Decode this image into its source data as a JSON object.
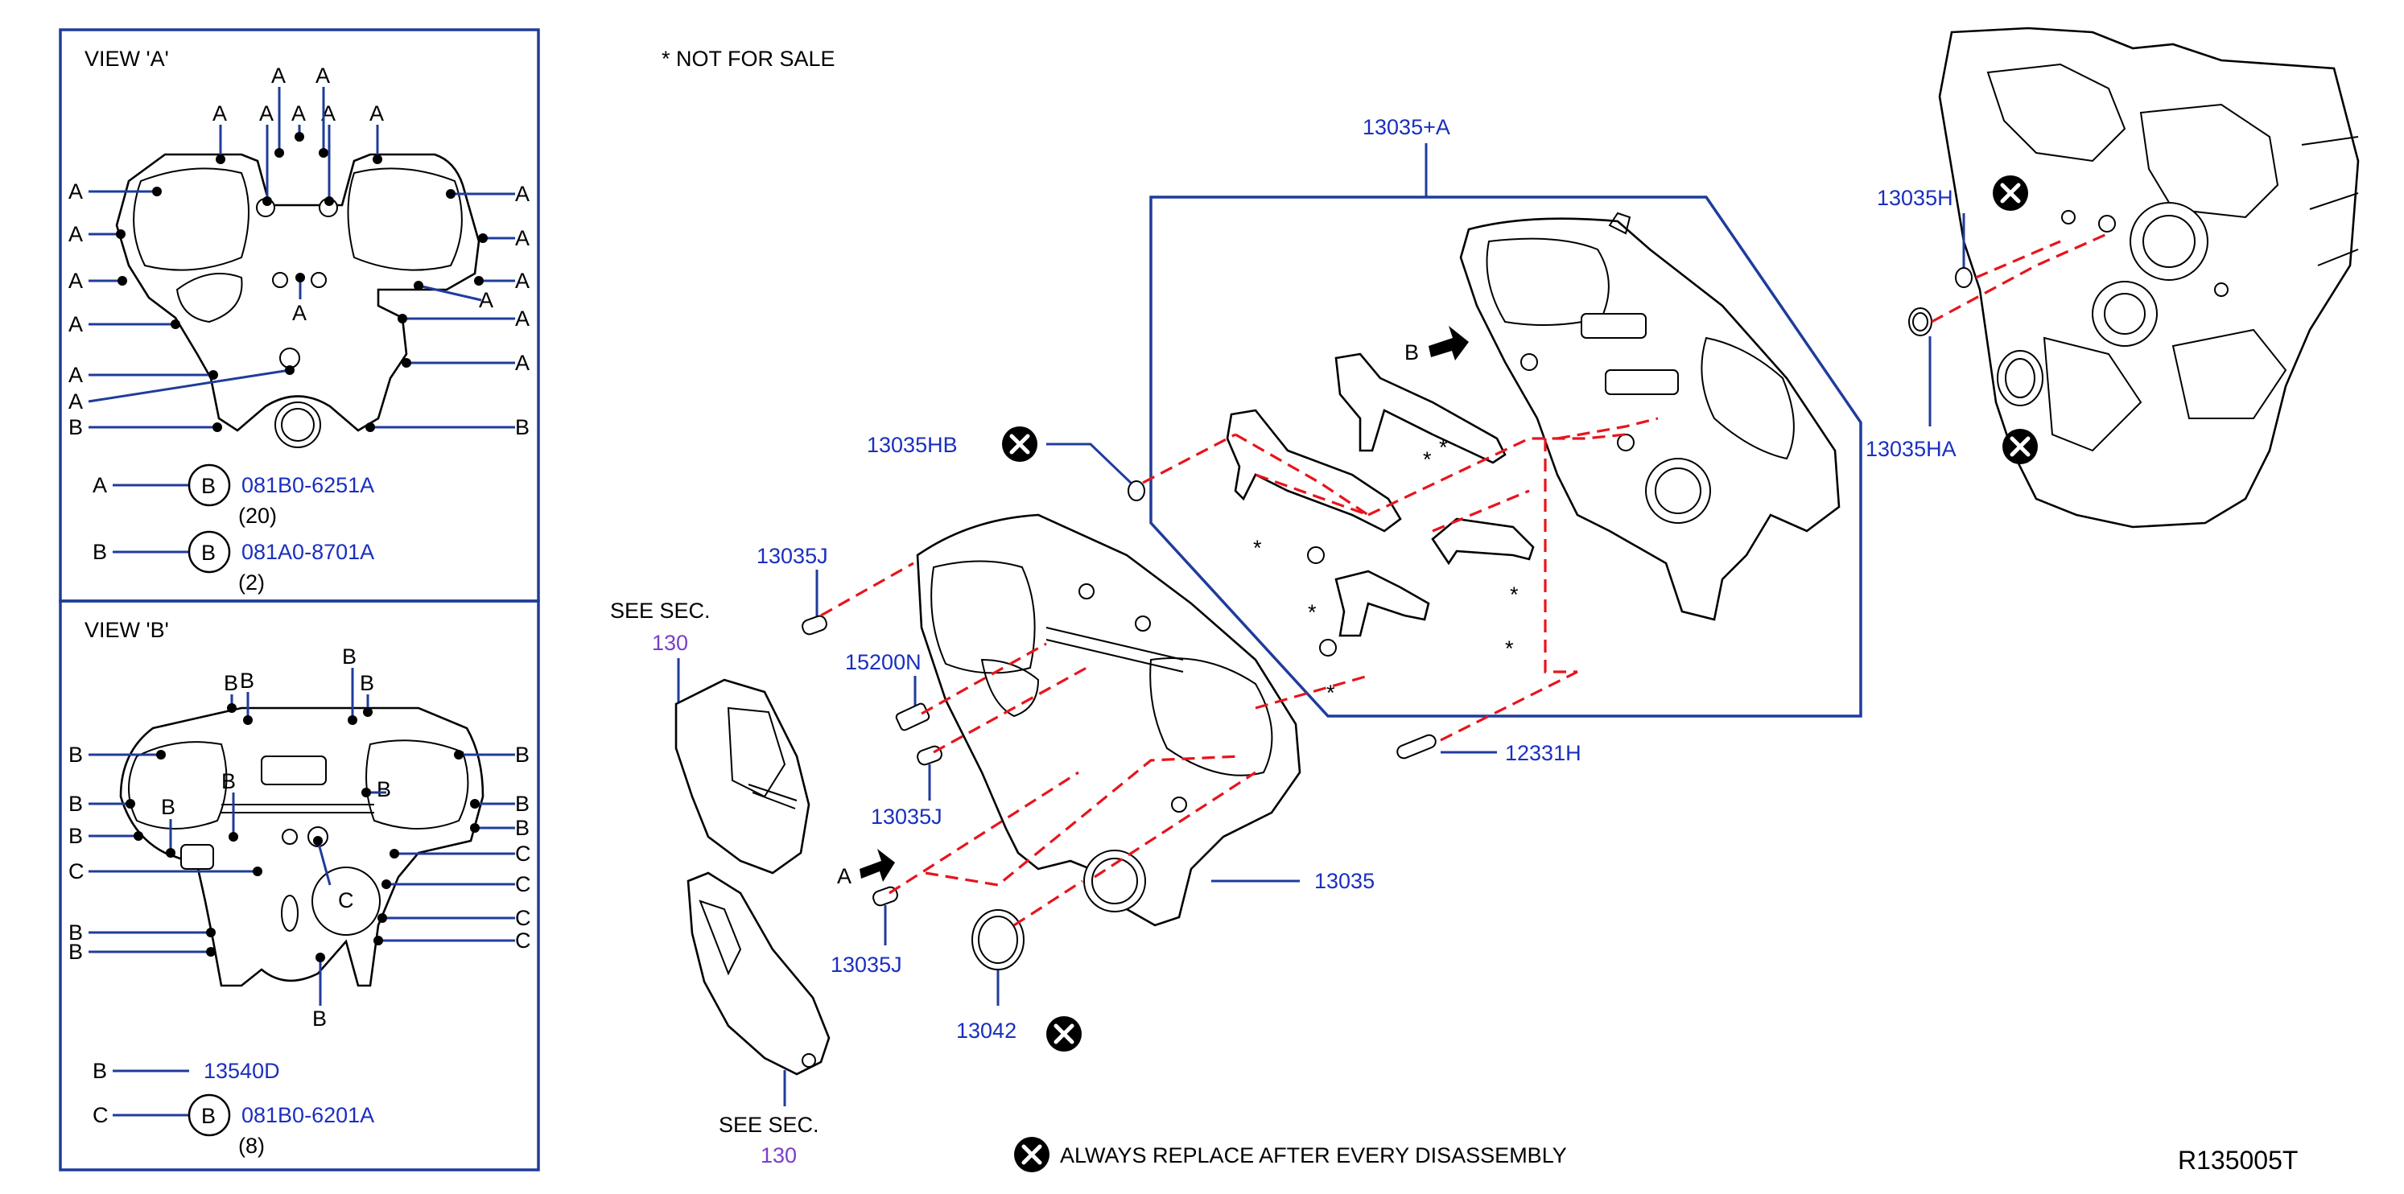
{
  "note_not_for_sale": "*  NOT  FOR  SALE",
  "legend_replace": "ALWAYS   REPLACE   AFTER   EVERY   DISASSEMBLY",
  "diagram_code": "R135005T",
  "view_a": {
    "title": "VIEW   'A'",
    "letter_a": "A",
    "letter_b": "B",
    "bolt_a": {
      "letter": "A",
      "code_circle": "B",
      "part": "081B0-6251A",
      "qty": "(20)"
    },
    "bolt_b": {
      "letter": "B",
      "code_circle": "B",
      "part": "081A0-8701A",
      "qty": "(2)"
    }
  },
  "view_b": {
    "title": "VIEW   'B'",
    "letter_b": "B",
    "letter_c": "C",
    "bolt_b": {
      "letter": "B",
      "part": "13540D"
    },
    "bolt_c": {
      "letter": "C",
      "code_circle": "B",
      "part": "081B0-6201A",
      "qty": "(8)"
    }
  },
  "see_sec_label": "SEE    SEC.",
  "see_sec_number": "130",
  "arrow_a_label": "A",
  "arrow_b_label": "B",
  "star": "*",
  "parts": {
    "p13035_plus_a": "13035+A",
    "p13035h": "13035H",
    "p13035ha": "13035HA",
    "p13035hb": "13035HB",
    "p13035j": "13035J",
    "p15200n": "15200N",
    "p12331h": "12331H",
    "p13035": "13035",
    "p13042": "13042"
  }
}
